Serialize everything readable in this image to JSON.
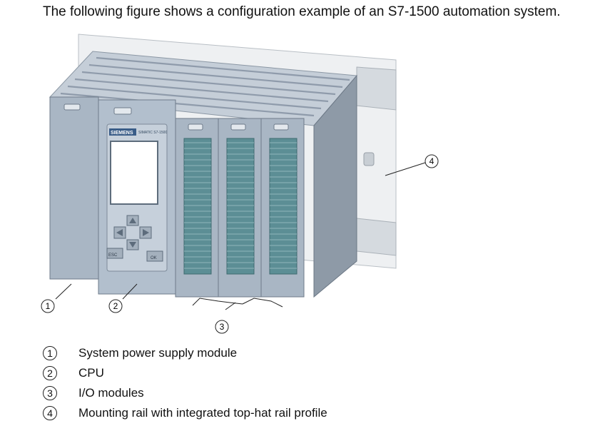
{
  "caption": "The following figure shows a configuration example of an S7-1500 automation system.",
  "figure": {
    "device_brand": "SIEMENS",
    "device_series": "SIMATIC S7-1500",
    "esc_label": "ESC",
    "ok_label": "OK",
    "callouts": [
      "1",
      "2",
      "3",
      "4"
    ]
  },
  "legend": [
    {
      "num": "1",
      "text": "System power supply module"
    },
    {
      "num": "2",
      "text": "CPU"
    },
    {
      "num": "3",
      "text": "I/O modules"
    },
    {
      "num": "4",
      "text": "Mounting rail with integrated top-hat rail profile"
    }
  ],
  "colors": {
    "housing": "#a9b6c4",
    "housing_dark": "#7f8d9c",
    "terminal_teal": "#5c8e95",
    "display": "#ffffff",
    "rail": "#e8ebee"
  }
}
